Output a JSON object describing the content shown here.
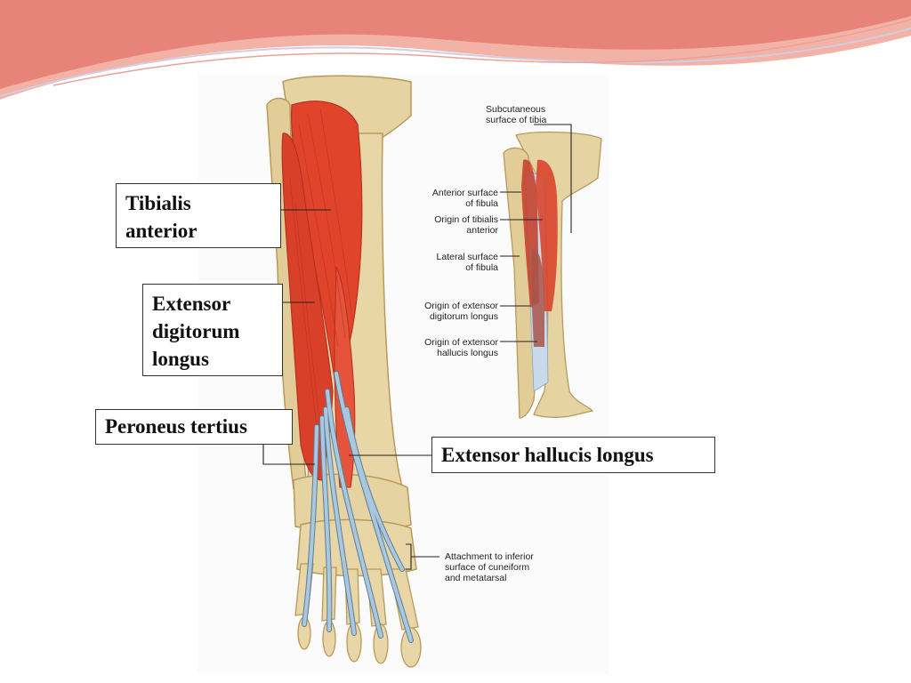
{
  "slide": {
    "colors": {
      "wave_primary": "#e8837a",
      "wave_secondary": "#f2b3a6",
      "wave_line": "#d2cde0"
    }
  },
  "callouts": {
    "tibialis_anterior": [
      "Tibialis",
      "anterior"
    ],
    "extensor_digitorum_longus": [
      "Extensor",
      "digitorum",
      "longus"
    ],
    "peroneus_tertius": "Peroneus tertius",
    "extensor_hallucis_longus": "Extensor hallucis longus"
  },
  "inset_labels": {
    "subcutaneous_surface_of_tibia": [
      "Subcutaneous",
      "surface of tibia"
    ],
    "anterior_surface_of_fibula": [
      "Anterior surface",
      "of fibula"
    ],
    "origin_of_tibialis_anterior": [
      "Origin of tibialis",
      "anterior"
    ],
    "lateral_surface_of_fibula": [
      "Lateral surface",
      "of fibula"
    ],
    "origin_of_extensor_digitorum_longus": [
      "Origin of extensor",
      "digitorum longus"
    ],
    "origin_of_extensor_hallucis_longus": [
      "Origin of extensor",
      "hallucis longus"
    ],
    "attachment_to_cuneiform": [
      "Attachment to inferior",
      "surface of cuneiform",
      "and metatarsal"
    ]
  },
  "colors": {
    "bone": "#e6d3a2",
    "bone_shadow": "#b99a5c",
    "muscle": "#e0452c",
    "muscle_dark": "#b8301f",
    "tendon": "#a9c8de",
    "tendon_dark": "#5b7e9a"
  }
}
